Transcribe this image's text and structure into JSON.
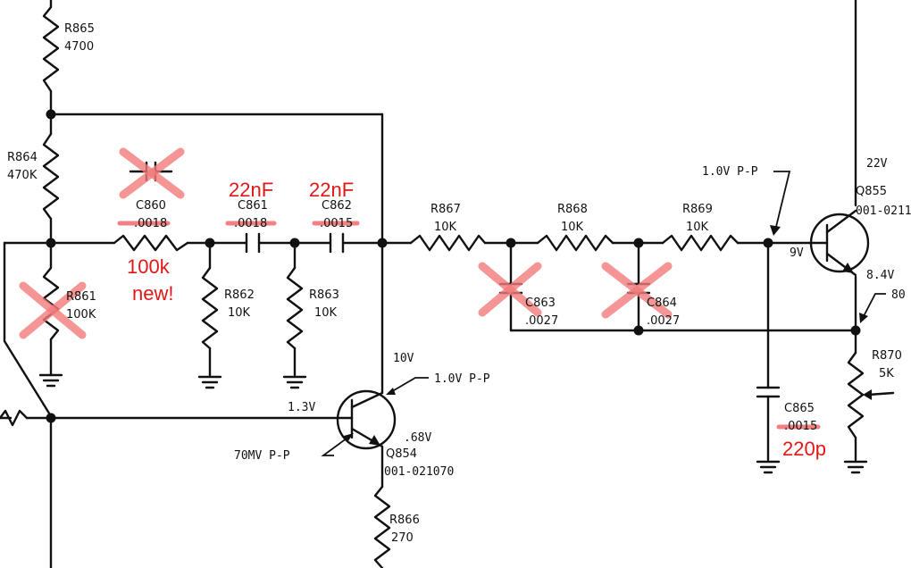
{
  "components": {
    "r865": {
      "ref": "R865",
      "value": "4700"
    },
    "r864": {
      "ref": "R864",
      "value": "470K"
    },
    "r861": {
      "ref": "R861",
      "value": "100K"
    },
    "c860": {
      "ref": "C860",
      "value": ".0018"
    },
    "c861": {
      "ref": "C861",
      "value": ".0018"
    },
    "c862": {
      "ref": "C862",
      "value": ".0015"
    },
    "r862": {
      "ref": "R862",
      "value": "10K"
    },
    "r863": {
      "ref": "R863",
      "value": "10K"
    },
    "r867": {
      "ref": "R867",
      "value": "10K"
    },
    "r868": {
      "ref": "R868",
      "value": "10K"
    },
    "r869": {
      "ref": "R869",
      "value": "10K"
    },
    "c863": {
      "ref": "C863",
      "value": ".0027"
    },
    "c864": {
      "ref": "C864",
      "value": ".0027"
    },
    "c865": {
      "ref": "C865",
      "value": ".0015"
    },
    "q854": {
      "ref": "Q854",
      "part": "001-021070"
    },
    "q855": {
      "ref": "Q855",
      "part": "001-0211"
    },
    "r866": {
      "ref": "R866",
      "value": "270"
    },
    "r870": {
      "ref": "R870",
      "value": "5K"
    }
  },
  "voltages": {
    "v22": "22V",
    "v10": "10V",
    "v1_3": "1.3V",
    "v68": ".68V",
    "v9": "9V",
    "v8_4": "8.4V",
    "pp_q854": "1.0V P-P",
    "pp_q855": "1.0V P-P",
    "mv70": "70MV P-P",
    "cut80": "80"
  },
  "annotations": {
    "r_new": "100k",
    "r_new2": "new!",
    "c861_new": "22nF",
    "c862_new": "22nF",
    "c865_new": "220p"
  },
  "colors": {
    "ink": "#111111",
    "annotation": "#e01818",
    "strike": "#f37b7b"
  }
}
